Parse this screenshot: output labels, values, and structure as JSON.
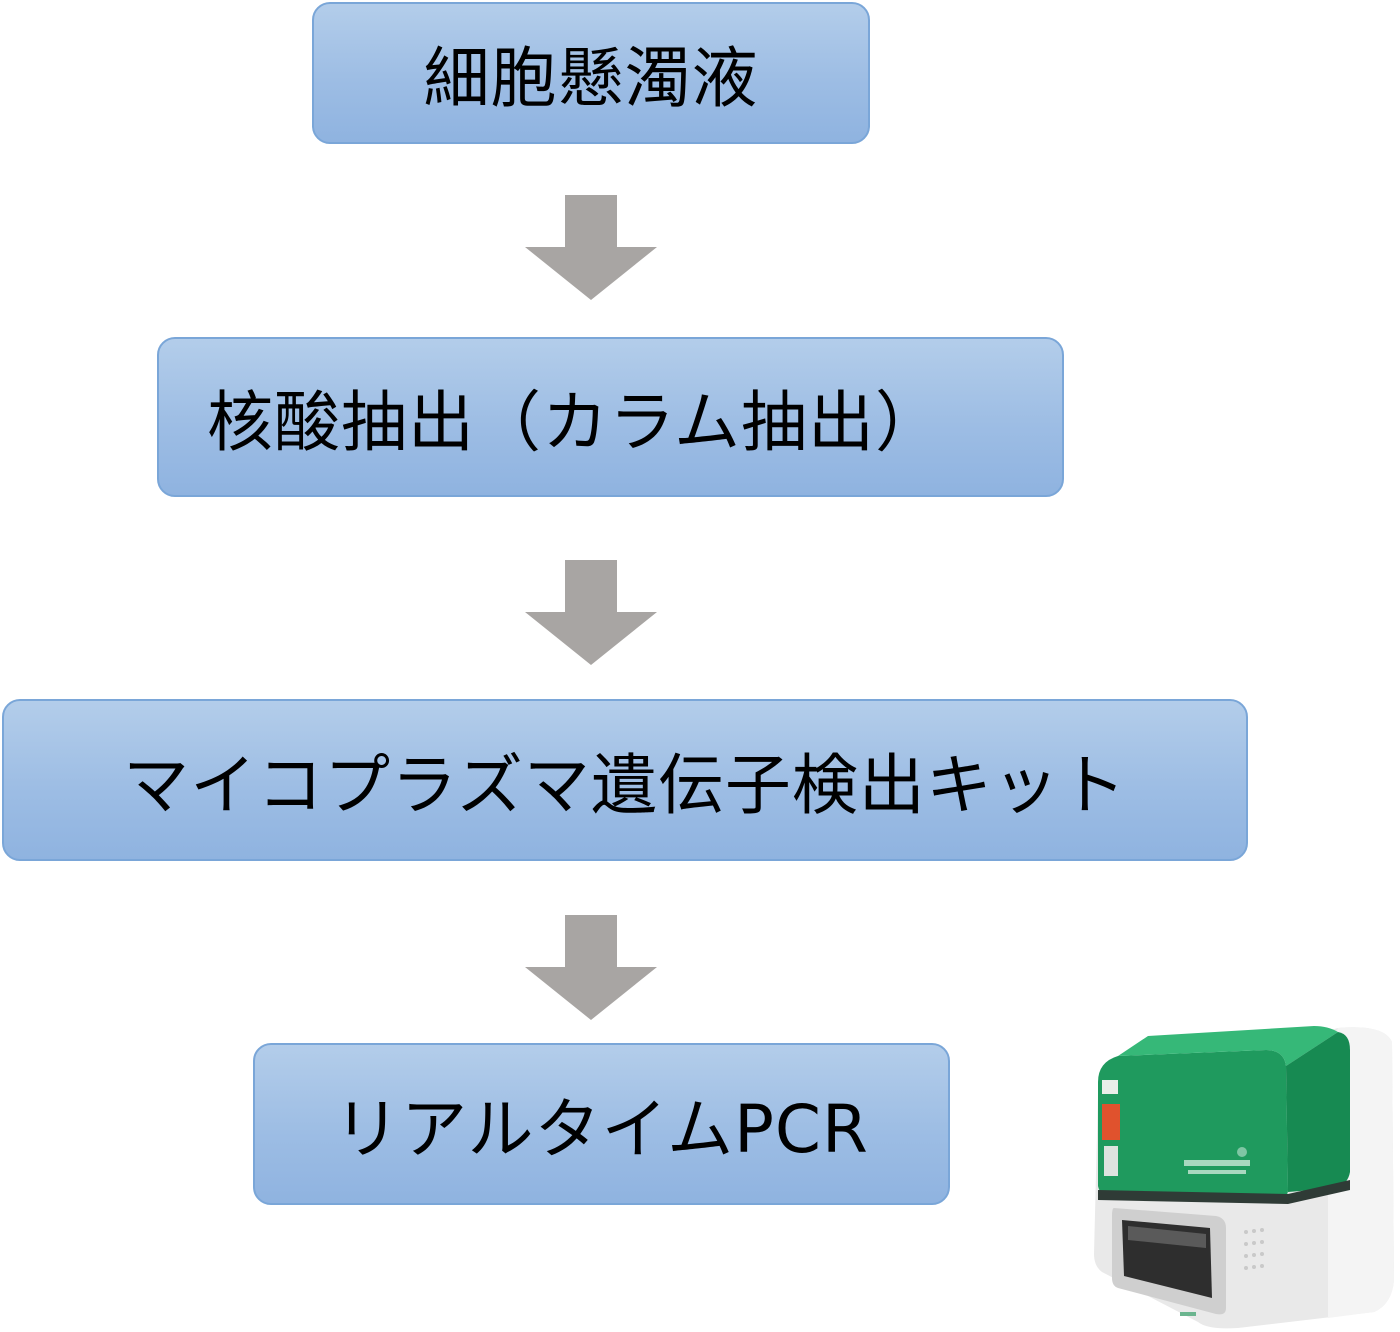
{
  "flow": {
    "steps": [
      {
        "label": "細胞懸濁液"
      },
      {
        "label": "核酸抽出（カラム抽出）"
      },
      {
        "label": "マイコプラズマ遺伝子検出キット"
      },
      {
        "label": "リアルタイムPCR"
      }
    ]
  },
  "colors": {
    "box_fill": "#9dbde4",
    "box_border": "#7aa6d8",
    "arrow": "#a8a5a3",
    "device_green": "#1a9a5c"
  },
  "icons": {
    "arrow": "down-arrow-icon",
    "device": "real-time-pcr-instrument-image"
  }
}
